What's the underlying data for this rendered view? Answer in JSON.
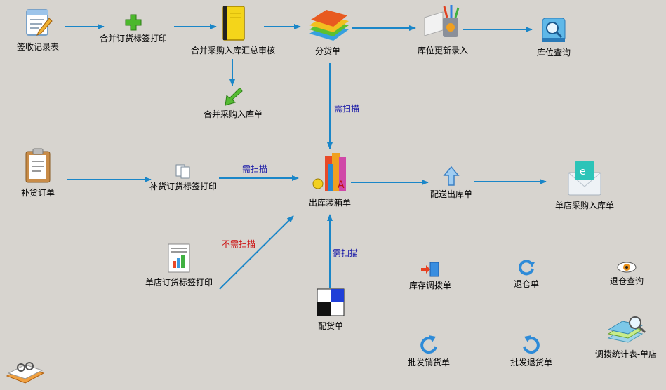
{
  "nodes": {
    "sign_record": "签收记录表",
    "merge_order_label_print": "合并订货标签打印",
    "merge_purchase_review": "合并采购入库汇总审核",
    "merge_purchase_inbound": "合并采购入库单",
    "distribution": "分货单",
    "location_update": "库位更新录入",
    "location_query": "库位查询",
    "replenish_order": "补货订单",
    "replenish_label_print": "补货订货标签打印",
    "outbound_packing": "出库装箱单",
    "delivery_outbound": "配送出库单",
    "store_purchase_inbound": "单店采购入库单",
    "store_label_print": "单店订货标签打印",
    "allocation": "配货单",
    "stock_transfer": "库存调拨单",
    "return_warehouse": "退仓单",
    "return_query": "退仓查询",
    "wholesale_sales": "批发销货单",
    "wholesale_return": "批发退货单",
    "transfer_stats": "调拨统计表-单店"
  },
  "flow_labels": {
    "scan_distribution": "需扫描",
    "scan_replenish": "需扫描",
    "no_scan_store": "不需扫描",
    "scan_allocation": "需扫描"
  },
  "colors": {
    "arrow": "#1a86c8",
    "scan_text": "#1a1aa8",
    "no_scan_text": "#cc1010",
    "background": "#d7d4cf"
  }
}
